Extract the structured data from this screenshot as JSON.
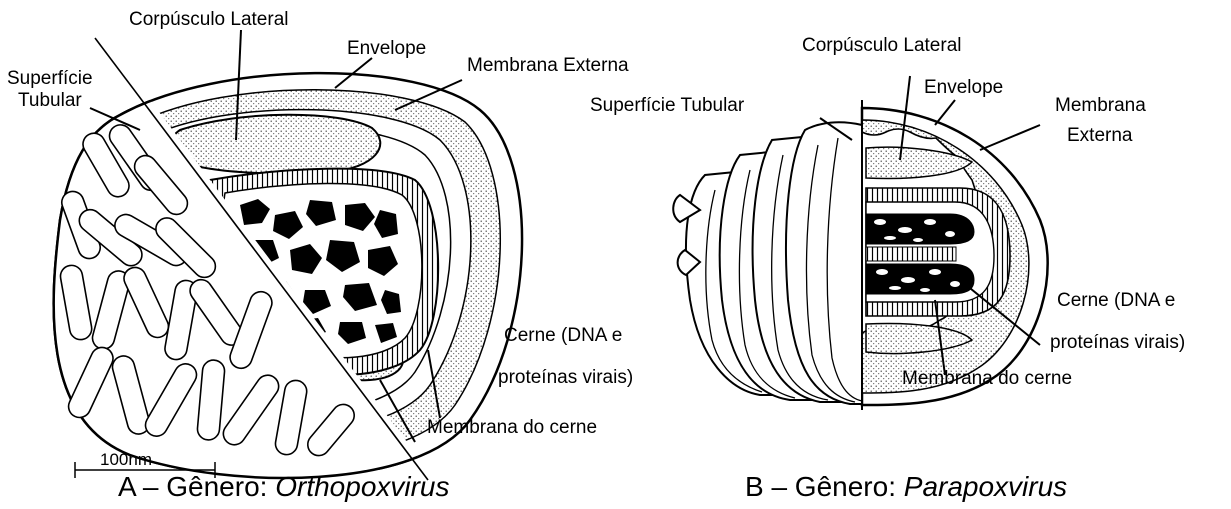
{
  "panel_a": {
    "labels": {
      "corpusculo_lateral": "Corpúsculo Lateral",
      "envelope": "Envelope",
      "membrana_externa": "Membrana Externa",
      "superficie_tubular_1": "Superfície",
      "superficie_tubular_2": "Tubular",
      "cerne_1": "Cerne (DNA e",
      "cerne_2": "proteínas virais)",
      "membrana_cerne": "Membrana do cerne",
      "scale_bar": "100nm"
    },
    "caption": {
      "prefix": "A – Gênero: ",
      "genus": "Orthopoxvirus"
    }
  },
  "panel_b": {
    "labels": {
      "corpusculo_lateral": "Corpúsculo Lateral",
      "envelope": "Envelope",
      "membrana_externa_1": "Membrana",
      "membrana_externa_2": "Externa",
      "superficie_tubular": "Superfície Tubular",
      "cerne_1": "Cerne (DNA e",
      "cerne_2": "proteínas virais)",
      "membrana_cerne": "Membrana do cerne"
    },
    "caption": {
      "prefix": "B – Gênero: ",
      "genus": "Parapoxvirus"
    }
  }
}
